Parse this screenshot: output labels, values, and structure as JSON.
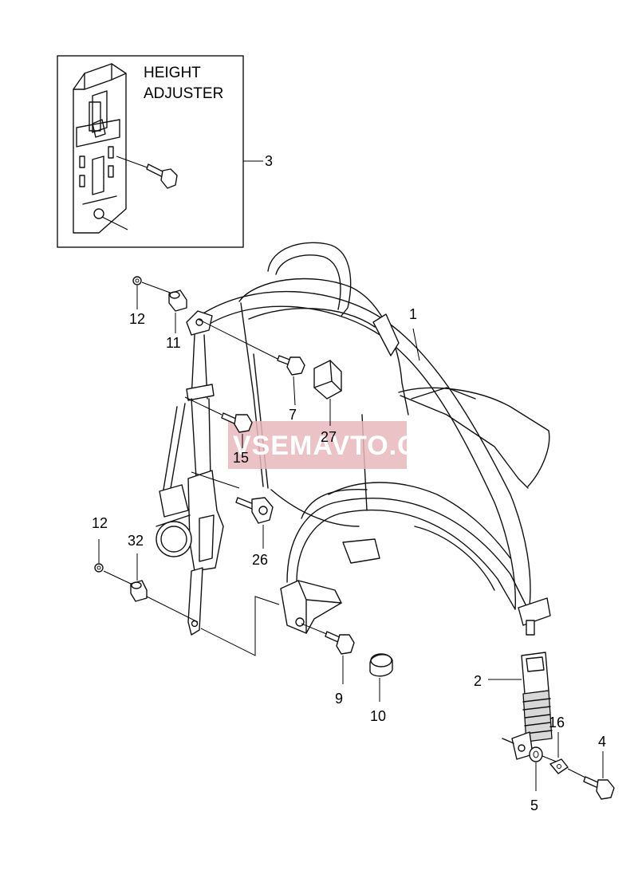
{
  "inset": {
    "title_line1": "HEIGHT",
    "title_line2": "ADJUSTER"
  },
  "watermark": "VSEMAVTO.COM",
  "parts": {
    "p1": "1",
    "p2": "2",
    "p3": "3",
    "p4": "4",
    "p5": "5",
    "p7": "7",
    "p9": "9",
    "p10": "10",
    "p11": "11",
    "p12a": "12",
    "p12b": "12",
    "p15": "15",
    "p16": "16",
    "p26": "26",
    "p27": "27",
    "p32": "32"
  },
  "colors": {
    "watermark_bg": "#e8b8bd",
    "line": "#111111",
    "background": "#ffffff"
  }
}
